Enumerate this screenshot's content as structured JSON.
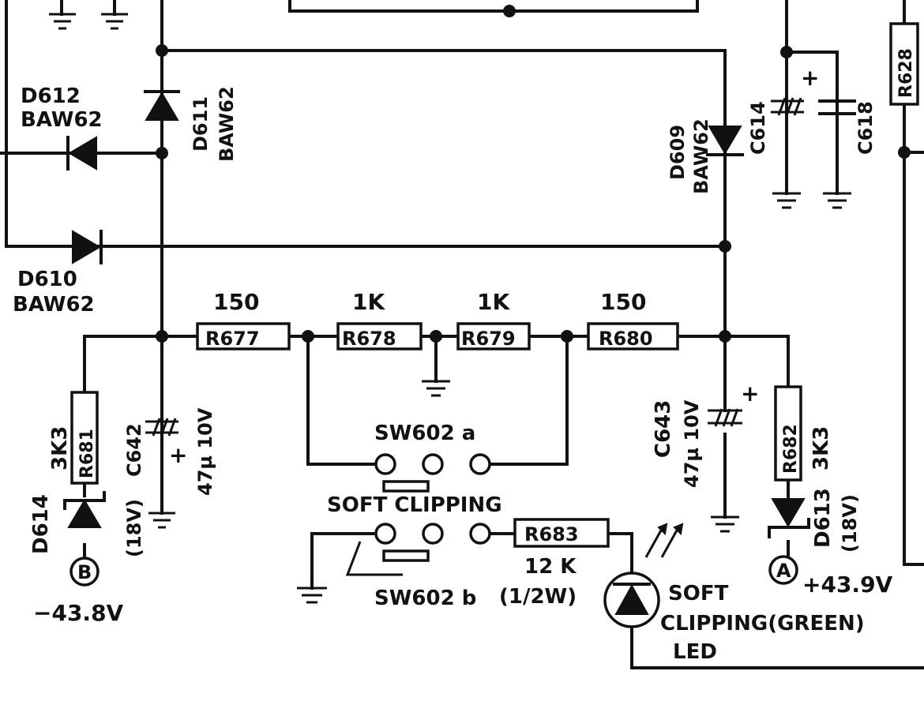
{
  "components": {
    "d612": {
      "ref": "D612",
      "part": "BAW62"
    },
    "d611": {
      "ref": "D611",
      "part": "BAW62"
    },
    "d609": {
      "ref": "D609",
      "part": "BAW62"
    },
    "d610": {
      "ref": "D610",
      "part": "BAW62"
    },
    "c614": {
      "ref": "C614",
      "polarity": "+"
    },
    "c618": {
      "ref": "C618"
    },
    "r628": {
      "ref": "R628"
    },
    "r677": {
      "ref": "R677",
      "value": "150"
    },
    "r678": {
      "ref": "R678",
      "value": "1K"
    },
    "r679": {
      "ref": "R679",
      "value": "1K"
    },
    "r680": {
      "ref": "R680",
      "value": "150"
    },
    "r681": {
      "ref": "R681",
      "value": "3K3"
    },
    "r682": {
      "ref": "R682",
      "value": "3K3"
    },
    "r683": {
      "ref": "R683",
      "value": "12 K",
      "rating": "(1/2W)"
    },
    "c642": {
      "ref": "C642",
      "value": "47µ 10V",
      "polarity": "+"
    },
    "c643": {
      "ref": "C643",
      "value": "47µ 10V",
      "polarity": "+"
    },
    "d614": {
      "ref": "D614",
      "rating": "(18V)"
    },
    "d613": {
      "ref": "D613",
      "rating": "(18V)"
    },
    "sw602a": {
      "ref": "SW602 a"
    },
    "sw602b": {
      "ref": "SW602 b"
    },
    "switch_label": "SOFT CLIPPING",
    "led": {
      "line1": "SOFT",
      "line2": "CLIPPING(GREEN)",
      "line3": "LED"
    },
    "terminal_b": {
      "letter": "B",
      "voltage": "−43.8V"
    },
    "terminal_a": {
      "letter": "A",
      "voltage": "+43.9V"
    }
  }
}
